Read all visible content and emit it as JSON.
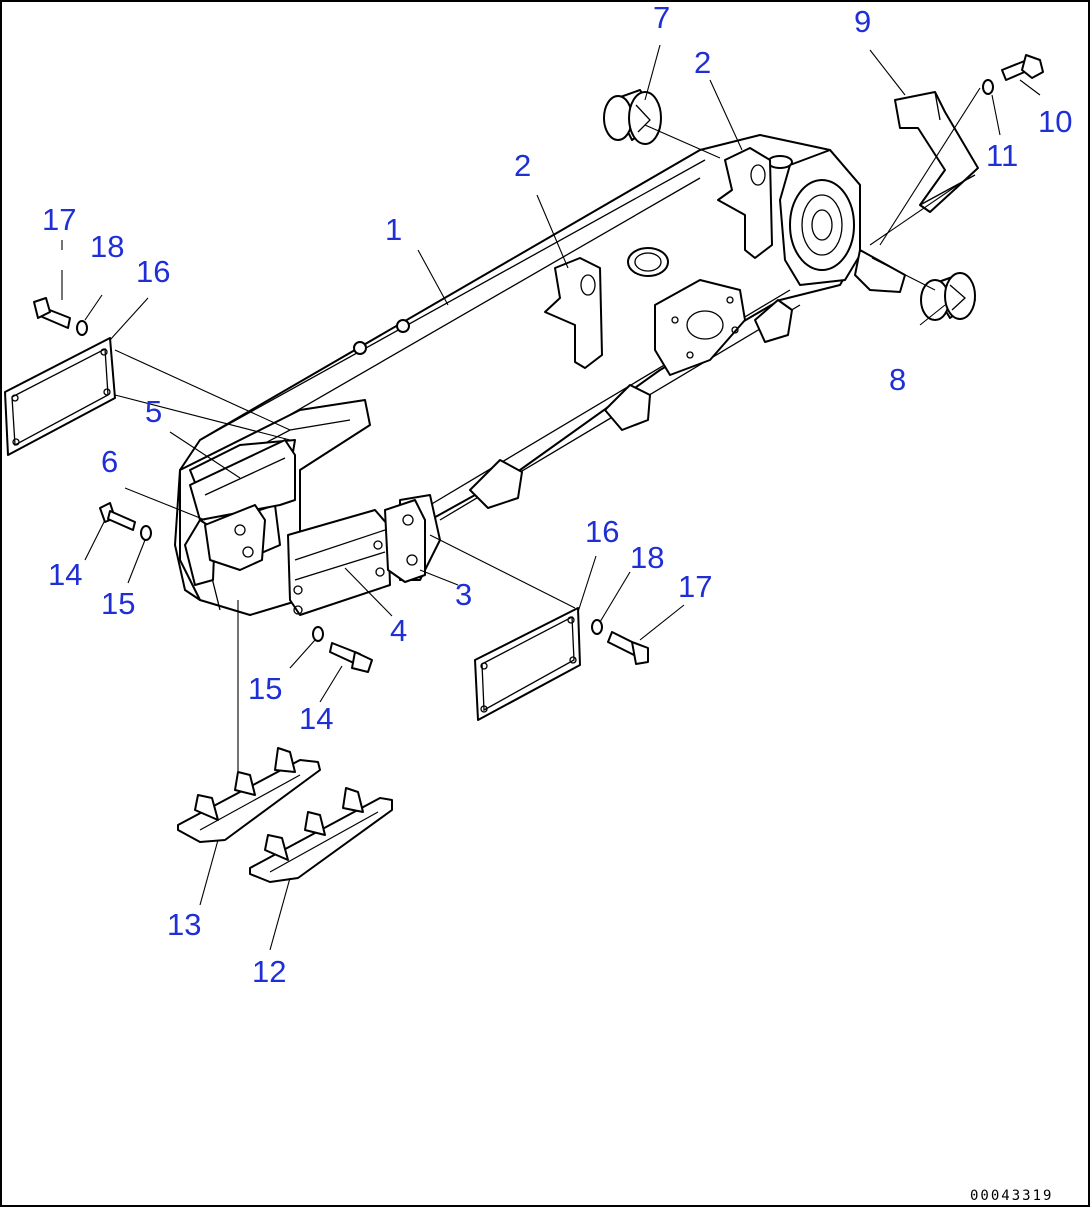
{
  "callouts": [
    {
      "id": "c1",
      "text": "1"
    },
    {
      "id": "c2a",
      "text": "2"
    },
    {
      "id": "c2b",
      "text": "2"
    },
    {
      "id": "c3",
      "text": "3"
    },
    {
      "id": "c4",
      "text": "4"
    },
    {
      "id": "c5",
      "text": "5"
    },
    {
      "id": "c6",
      "text": "6"
    },
    {
      "id": "c7",
      "text": "7"
    },
    {
      "id": "c8",
      "text": "8"
    },
    {
      "id": "c9",
      "text": "9"
    },
    {
      "id": "c10",
      "text": "10"
    },
    {
      "id": "c11",
      "text": "11"
    },
    {
      "id": "c12",
      "text": "12"
    },
    {
      "id": "c13",
      "text": "13"
    },
    {
      "id": "c14a",
      "text": "14"
    },
    {
      "id": "c14b",
      "text": "14"
    },
    {
      "id": "c15a",
      "text": "15"
    },
    {
      "id": "c15b",
      "text": "15"
    },
    {
      "id": "c16a",
      "text": "16"
    },
    {
      "id": "c16b",
      "text": "16"
    },
    {
      "id": "c17a",
      "text": "17"
    },
    {
      "id": "c17b",
      "text": "17"
    },
    {
      "id": "c18a",
      "text": "18"
    },
    {
      "id": "c18b",
      "text": "18"
    }
  ],
  "document_id": "00043319",
  "colors": {
    "callout": "#1f2fd6",
    "line": "#000000"
  }
}
